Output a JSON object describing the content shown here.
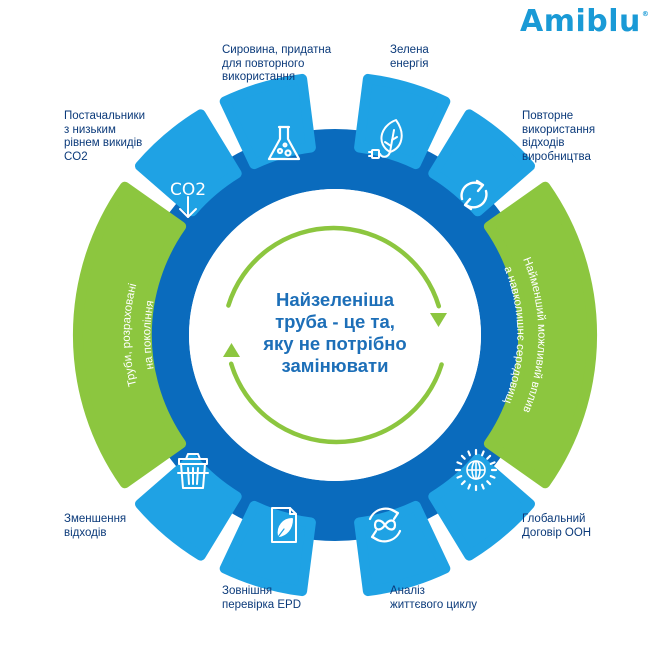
{
  "brand": {
    "logo_text": "Amiblu",
    "logo_mark": "®"
  },
  "center": {
    "lines": [
      "Найзеленіша",
      "труба - це та,",
      "яку не потрібно",
      "замінювати"
    ]
  },
  "green_segments": {
    "left": [
      "Труби, розраховані",
      "на покоління"
    ],
    "right": [
      "Найменший можливий вплив",
      "на навколишнє середовище"
    ]
  },
  "labels": {
    "raw_material": [
      "Сировина, придатна",
      "для повторного",
      "використання"
    ],
    "green_energy": [
      "Зелена",
      "енергія"
    ],
    "reuse_waste": [
      "Повторне",
      "використання",
      "відходів",
      "виробництва"
    ],
    "suppliers": [
      "Постачальники",
      "з низьким",
      "рівнем викидів",
      "CO2"
    ],
    "reduce_waste": [
      "Зменшення",
      "відходів"
    ],
    "epd": [
      "Зовнішня",
      "перевірка EPD"
    ],
    "lca": [
      "Аналіз",
      "життєвого циклу"
    ],
    "un_compact": [
      "Глобальний",
      "Договір ООН"
    ]
  },
  "icons": {
    "co2_text": "CO2",
    "suppliers": "co2-arrow-down-icon",
    "raw_material": "flask-icon",
    "green_energy": "leaf-plug-icon",
    "reuse_waste": "recycle-arrows-icon",
    "un_compact": "un-wreath-icon",
    "lca": "infinity-cycle-icon",
    "epd": "document-leaf-icon",
    "reduce_waste": "waste-basket-icon"
  },
  "colors": {
    "brand_blue": "#1a9ad6",
    "dark_ring": "#0a6bbd",
    "segment_blue": "#1fa2e4",
    "green": "#8cc63f",
    "label_text": "#0b3a7a",
    "center_text": "#1d6fb8"
  }
}
